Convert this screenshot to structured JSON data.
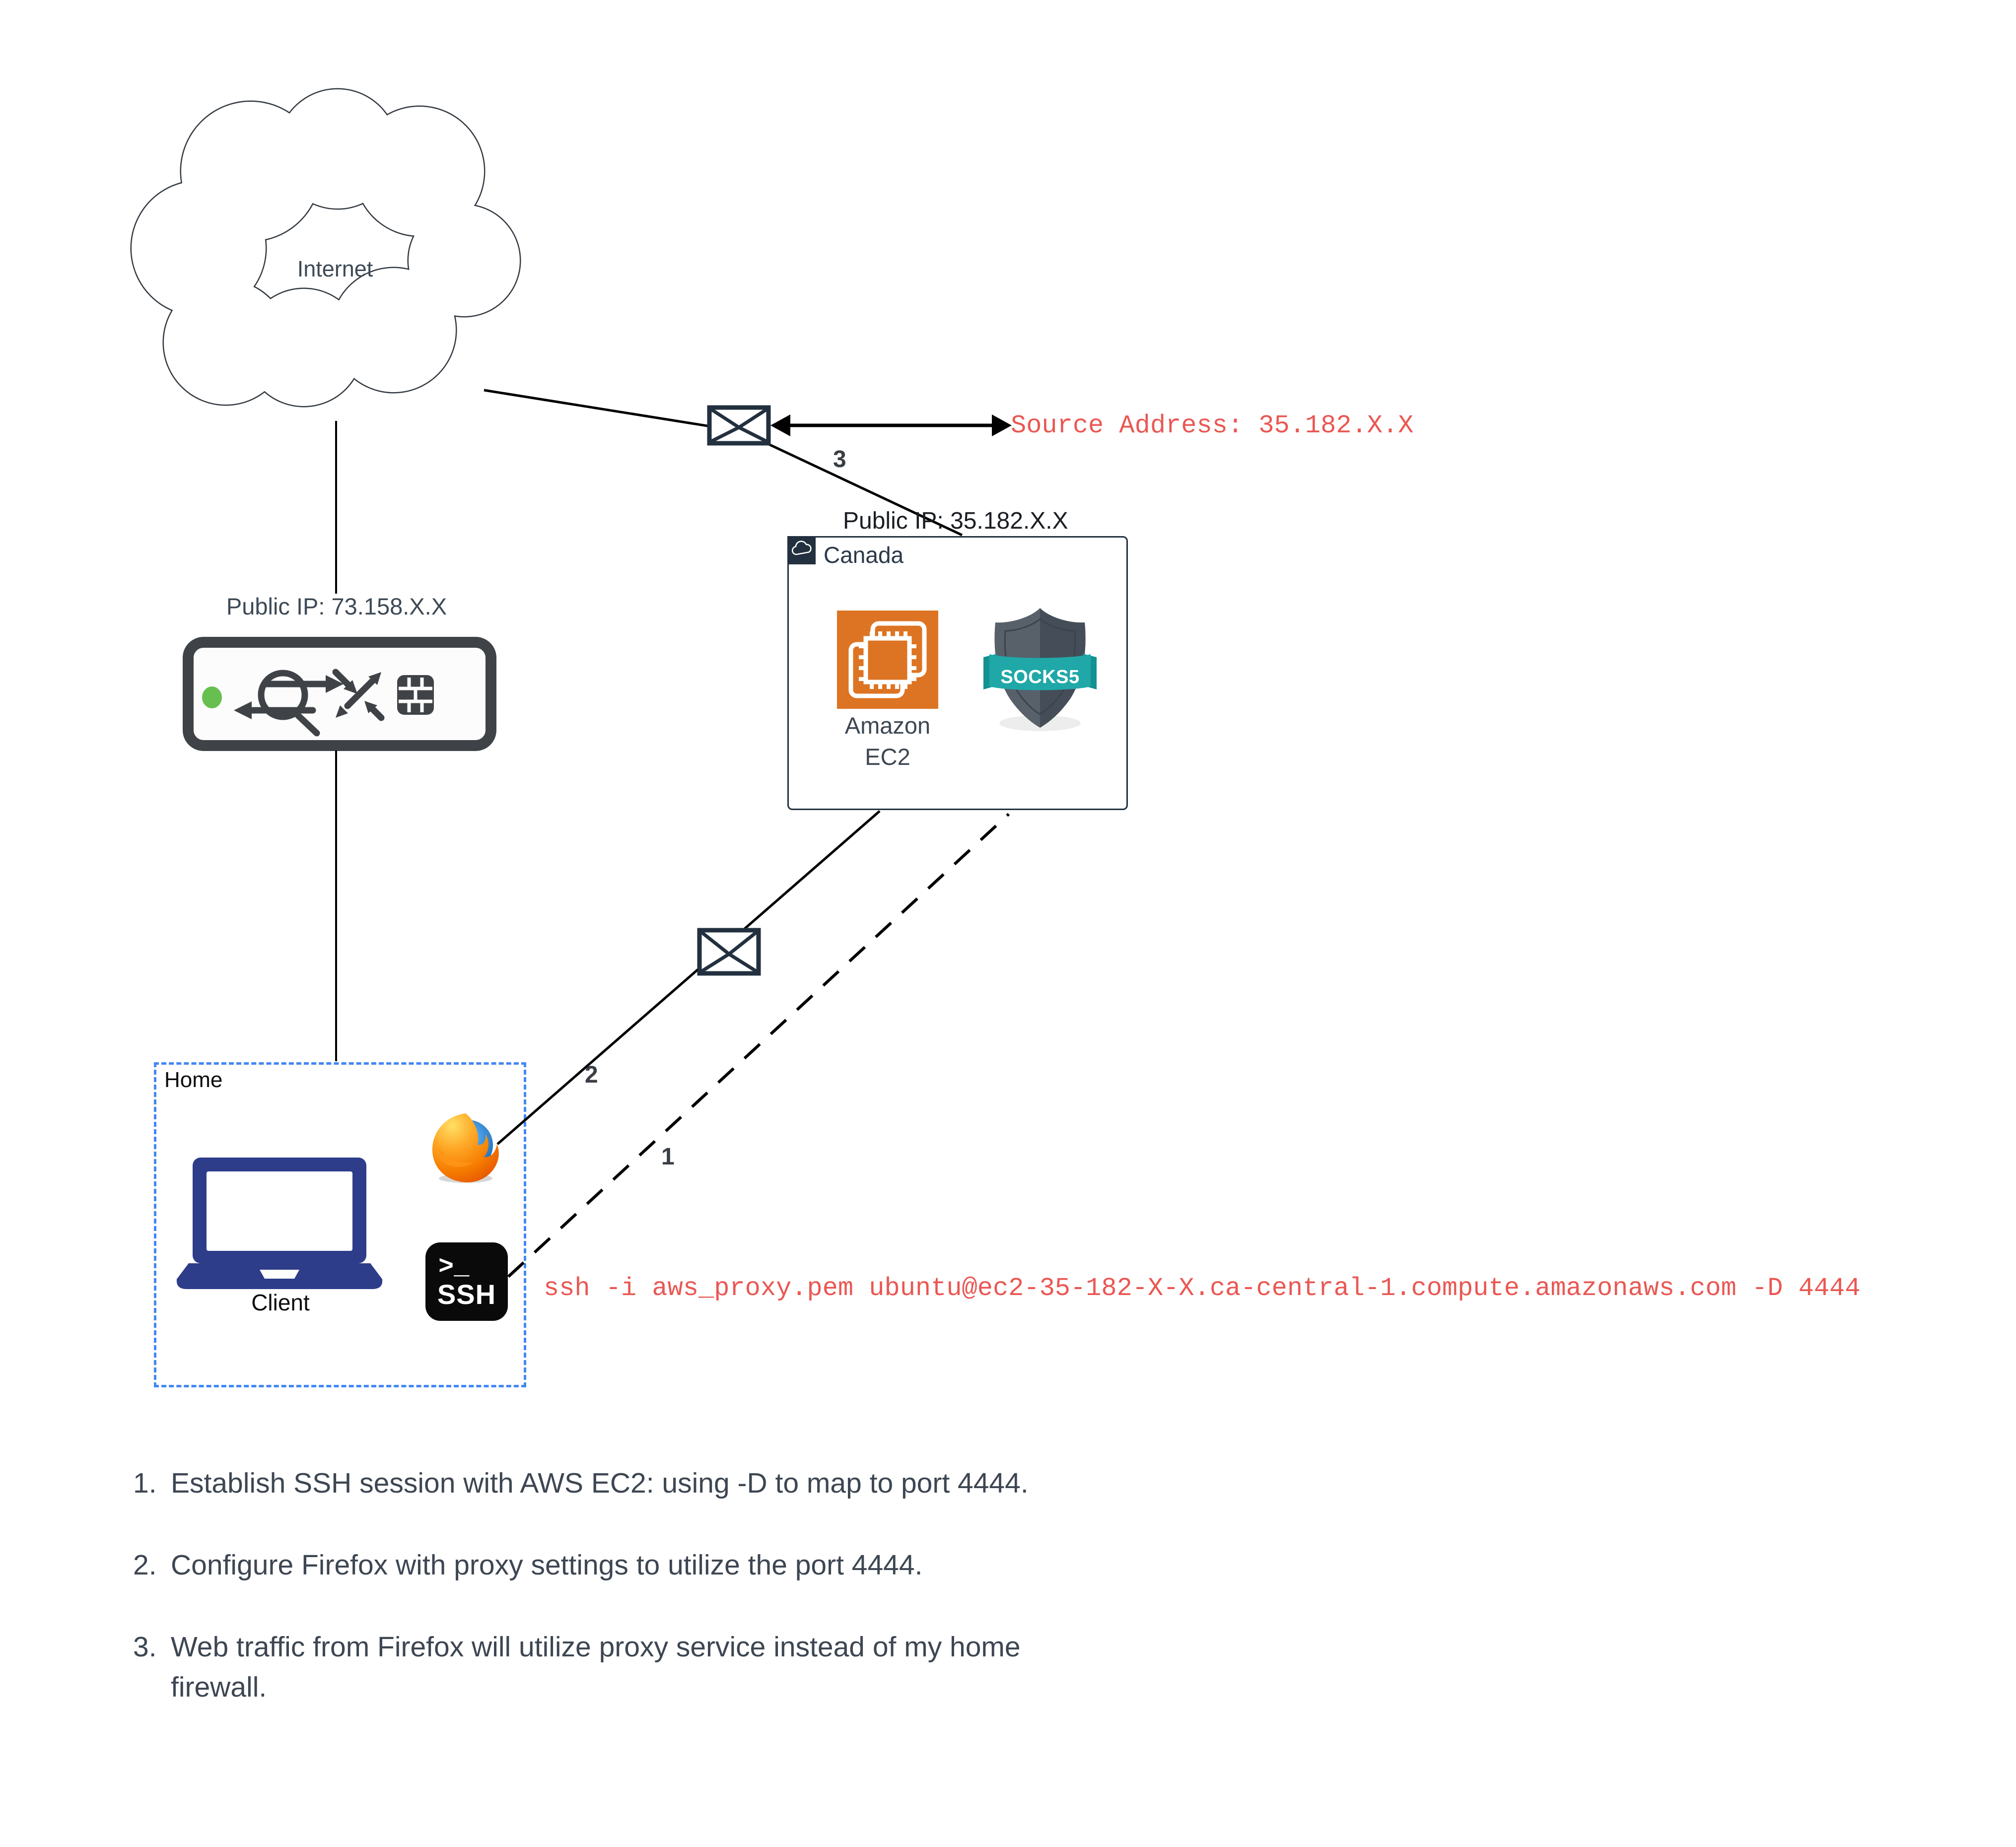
{
  "title": "SSH SOCKS5 proxy network diagram",
  "cloud": {
    "label": "Internet"
  },
  "annotations": {
    "source_address": "Source Address: 35.182.X.X",
    "ec2_public_ip": "Public IP: 35.182.X.X",
    "home_public_ip": "Public IP: 73.158.X.X",
    "ssh_command": "ssh -i aws_proxy.pem ubuntu@ec2-35-182-X-X.ca-central-1.compute.amazonaws.com -D 4444"
  },
  "canada_box": {
    "label": "Canada",
    "ec2_label_line1": "Amazon",
    "ec2_label_line2": "EC2",
    "socks_banner": "SOCKS5"
  },
  "home_box": {
    "label": "Home",
    "client_label": "Client",
    "ssh_prompt": ">_",
    "ssh_label": "SSH"
  },
  "flow_labels": {
    "step1": "1",
    "step2": "2",
    "step3": "3"
  },
  "notes": [
    {
      "number": "1.",
      "text": "Establish SSH session with AWS EC2: using -D to map to port 4444."
    },
    {
      "number": "2.",
      "text": "Configure Firefox with proxy settings to utilize the port 4444."
    },
    {
      "number": "3.",
      "text": "Web traffic from Firefox will utilize proxy service instead of my home firewall."
    }
  ],
  "colors": {
    "accent_red": "#ea5753",
    "navy": "#22303f",
    "teal": "#20a8a8",
    "aws_orange": "#dd7423",
    "laptop_navy": "#2e3d8a",
    "home_border_blue": "#4287f5",
    "led_green": "#67bf4f",
    "text_slate": "#3d4652"
  },
  "icons": [
    "internet-cloud-icon",
    "envelope-icon",
    "double-arrow-icon",
    "router-icon",
    "nat-icon",
    "crossed-arrows-icon",
    "firewall-icon",
    "amazon-ec2-icon",
    "socks5-shield-icon",
    "cloud-tab-icon",
    "laptop-icon",
    "firefox-icon",
    "ssh-terminal-icon"
  ]
}
